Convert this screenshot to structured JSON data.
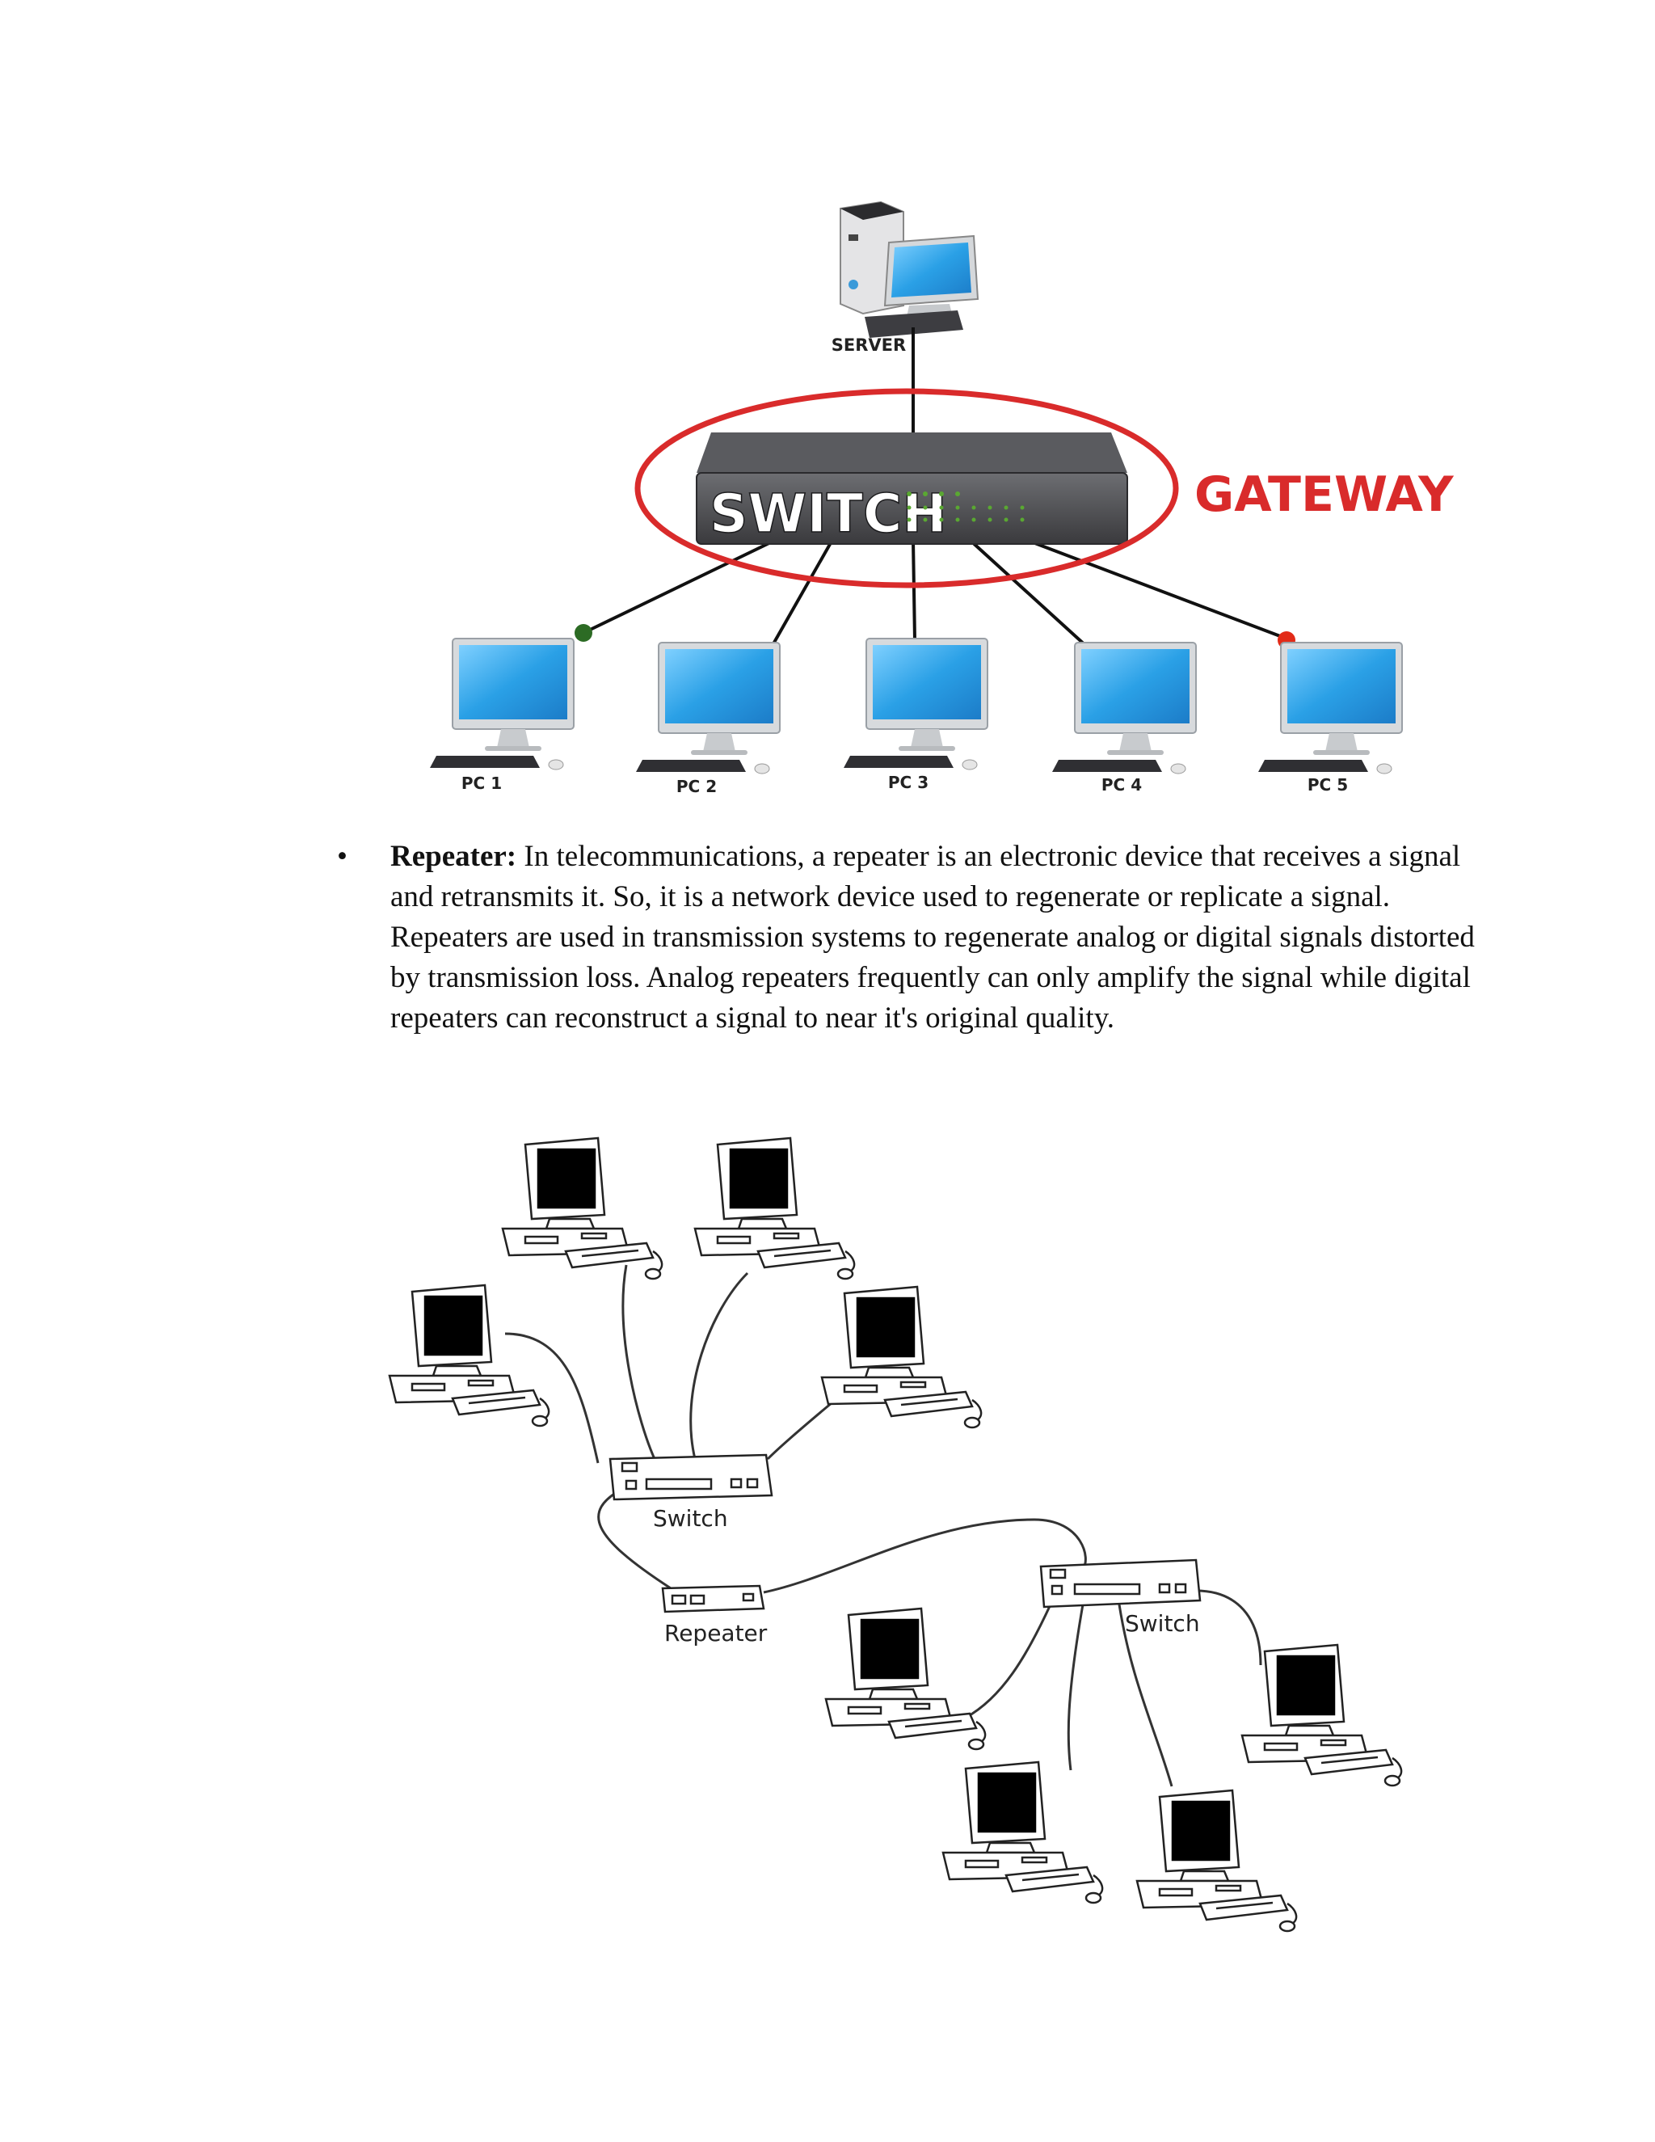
{
  "figure1": {
    "server_label": "SERVER",
    "switch_label": "SWITCH",
    "gateway_label": "GATEWAY",
    "pc_labels": [
      "PC 1",
      "PC 2",
      "PC 3",
      "PC 4",
      "PC 5"
    ]
  },
  "section": {
    "bullet": "•",
    "term": "Repeater:",
    "body": " In telecommunications, a repeater is an electronic device that receives a signal and retransmits it. So, it is a network device used to regenerate or replicate a signal. Repeaters are used in transmission systems to regenerate analog or digital signals distorted by transmission loss. Analog repeaters frequently can only amplify the signal while digital repeaters can reconstruct a signal to near it's original quality."
  },
  "figure2": {
    "switch_left_label": "Switch",
    "repeater_label": "Repeater",
    "switch_right_label": "Switch"
  },
  "colors": {
    "gateway_red": "#d92b2b",
    "screen_blue": "#2aa0e6",
    "switch_dark": "#3a3a3d"
  }
}
